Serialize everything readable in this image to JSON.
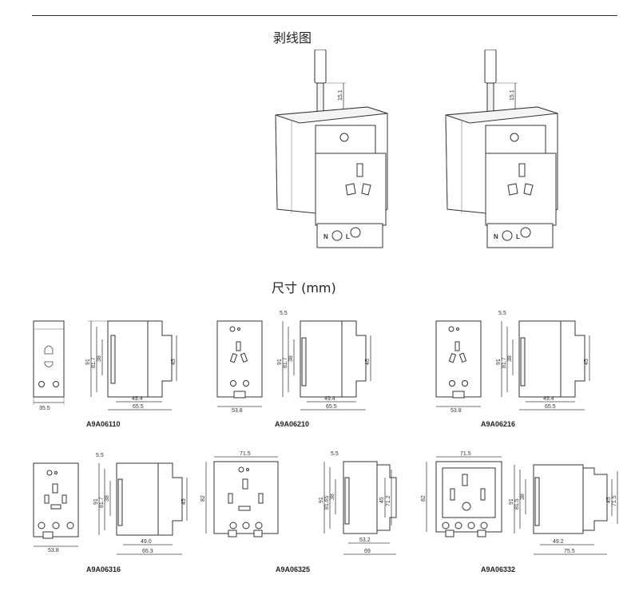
{
  "header": {
    "stripping_title": "剥线图",
    "dimensions_title": "尺寸 (mm)"
  },
  "stripping": {
    "strip_length": "15.1",
    "terminal_n": "N",
    "terminal_l": "L"
  },
  "drawings": [
    {
      "model": "A9A06110",
      "width": "35.5",
      "depth1": "49.4",
      "depth2": "65.5",
      "h1": "91",
      "h2": "81.7",
      "h3": "38",
      "h4": "45"
    },
    {
      "model": "A9A06210",
      "width": "53.8",
      "top": "5.5",
      "depth1": "49.4",
      "depth2": "65.5",
      "h1": "91",
      "h2": "81.7",
      "h3": "38",
      "h4": "45"
    },
    {
      "model": "A9A06216",
      "width": "53.8",
      "top": "5.5",
      "depth1": "49.4",
      "depth2": "65.5",
      "h1": "91",
      "h2": "81.7",
      "h3": "38",
      "h4": "45"
    },
    {
      "model": "A9A06316",
      "width": "53.8",
      "top": "5.5",
      "depth1": "49.0",
      "depth2": "65.3",
      "h1": "91",
      "h2": "81.7",
      "h3": "38",
      "h4": "45"
    },
    {
      "model": "A9A06325",
      "width": "71.5",
      "top": "5.5",
      "depth1": "53.2",
      "depth2": "69",
      "h1": "91",
      "h2": "81.65",
      "h3": "38",
      "h4": "45",
      "h5": "71.2",
      "front_h": "82"
    },
    {
      "model": "A9A06332",
      "width": "71.5",
      "depth1": "49.2",
      "depth2": "75.5",
      "h1": "91",
      "h2": "81.5",
      "h3": "38",
      "h4": "45",
      "h5": "71.5",
      "front_h": "82"
    }
  ]
}
